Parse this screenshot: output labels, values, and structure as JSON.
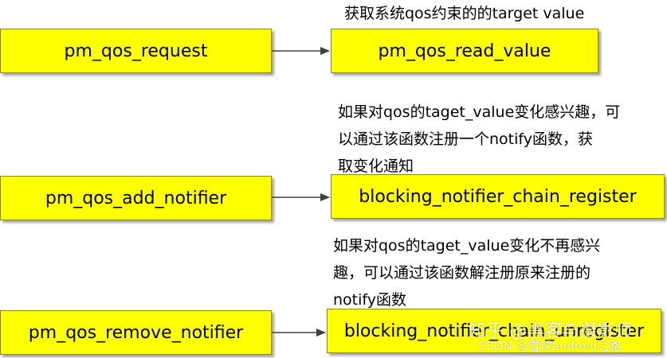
{
  "colors": {
    "box_fill": "#ffff00",
    "box_border": "#8a8a00",
    "arrow": "#404040"
  },
  "rows": [
    {
      "left_label": "pm_qos_request",
      "right_label": "pm_qos_read_value",
      "note": "获取系统qos约束的的target value"
    },
    {
      "left_label": "pm_qos_add_notifier",
      "right_label": "blocking_notifier_chain_register",
      "note": "如果对qos的taget_value变化感兴趣，可\n以通过该函数注册一个notify函数，获\n取变化通知"
    },
    {
      "left_label": "pm_qos_remove_notifier",
      "right_label": "blocking_notifier_chain_unregister",
      "note": "如果对qos的taget_value变化不再感兴\n趣，可以通过该函数解注册原来注册的\nnotify函数"
    }
  ],
  "watermarks": {
    "zhihu": "知乎 @黑客与摄影师",
    "csdn": "CSDN @雪球android之路"
  }
}
